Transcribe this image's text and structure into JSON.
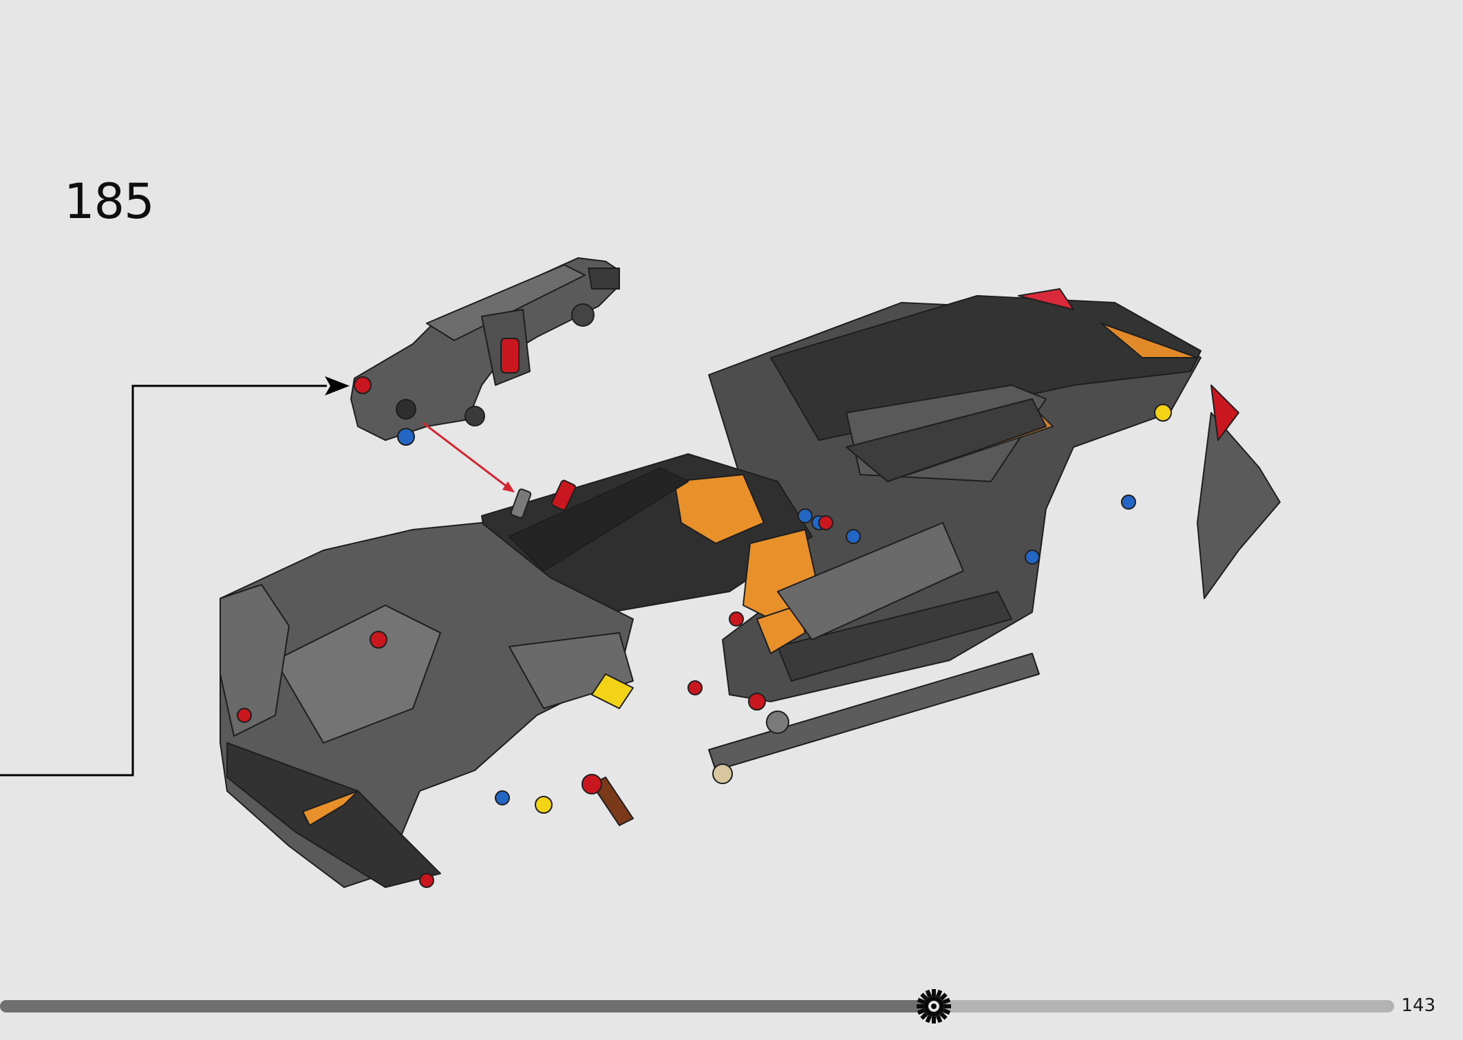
{
  "step": {
    "number": "185"
  },
  "footer": {
    "page_number": "143",
    "progress": 0.67
  },
  "colors": {
    "background": "#e6e6e6",
    "brick_dark_gray": "#5a5a5a",
    "brick_black": "#2e2e2e",
    "accent_orange": "#e8902a",
    "accent_red": "#c8171e",
    "accent_blue": "#2466c4",
    "accent_yellow": "#f2d316",
    "progress_filled": "#6f6f6f",
    "progress_track": "#b3b3b3"
  },
  "icons": {
    "progress_marker": "gear-icon"
  }
}
